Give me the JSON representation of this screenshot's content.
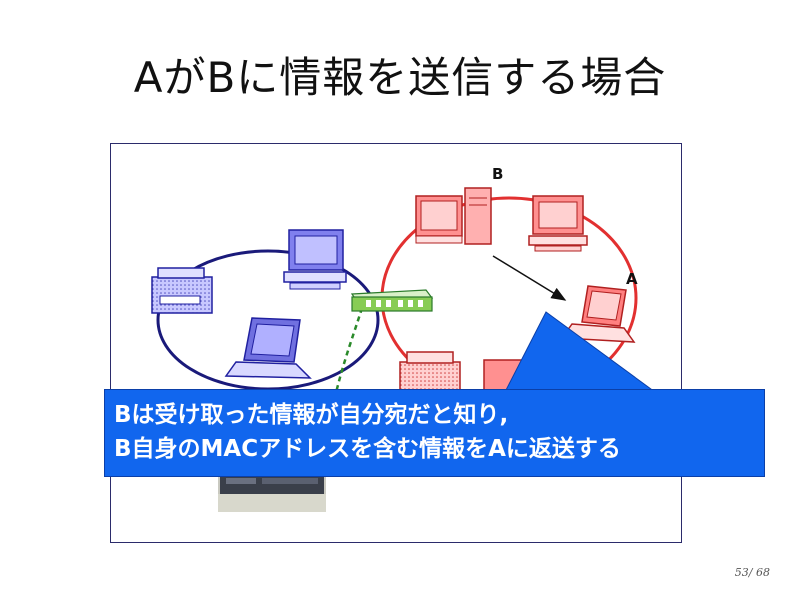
{
  "slide": {
    "title": "AがBに情報を送信する場合",
    "page_current": "53",
    "page_total": "/ 68"
  },
  "diagram": {
    "node_b_label": "B",
    "node_a_label": "A",
    "colors": {
      "left_network": "#1a1a7a",
      "right_network": "#e23030",
      "device_blue": "#7070e0",
      "device_red": "#ff8080",
      "hub_green": "#33aa33",
      "callout_fill": "#1166ee"
    }
  },
  "callout": {
    "line1": "Bは受け取った情報が自分宛だと知り,",
    "line2": "B自身のMACアドレスを含む情報をAに返送する"
  }
}
